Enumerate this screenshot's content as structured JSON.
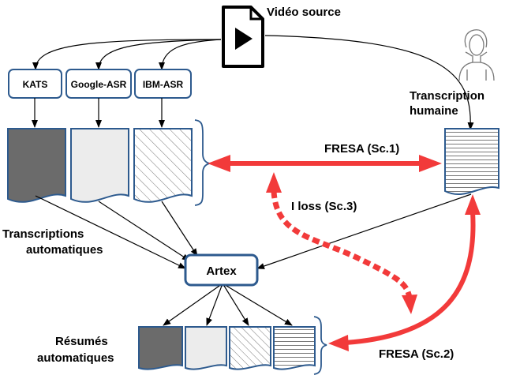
{
  "video_source": {
    "label": "Vidéo source",
    "icon": "video-file-icon"
  },
  "human": {
    "icon": "person-icon",
    "label_line1": "Transcription",
    "label_line2": "humaine"
  },
  "asr_systems": [
    {
      "label": "KATS"
    },
    {
      "label": "Google-ASR"
    },
    {
      "label": "IBM-ASR"
    }
  ],
  "transcriptions_label": {
    "line1": "Transcriptions",
    "line2": "automatiques"
  },
  "artex": {
    "label": "Artex"
  },
  "summaries_label": {
    "line1": "Résumés",
    "line2": "automatiques"
  },
  "evaluations": {
    "fresa_sc1": "FRESA  (Sc.1)",
    "iloss_sc3": "I loss (Sc.3)",
    "fresa_sc2": "FRESA (Sc.2)"
  },
  "colors": {
    "box_border": "#2d5a8e",
    "doc_dark": "#6b6b6b",
    "doc_light": "#ececec",
    "arrow_red": "#f23a3a"
  }
}
